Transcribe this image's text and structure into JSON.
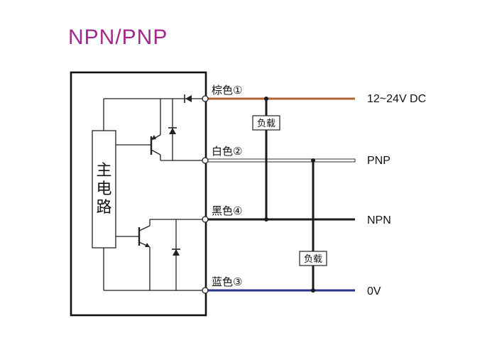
{
  "title": "NPN/PNP",
  "colors": {
    "title": "#a02a8c",
    "brown": "#b0622f",
    "white": "#ffffff",
    "black": "#1a1a1a",
    "blue": "#27318b"
  },
  "main_circuit": [
    "主",
    "电",
    "路"
  ],
  "wires": [
    {
      "label": "棕色①",
      "output": "12~24V DC"
    },
    {
      "label": "白色②",
      "output": "PNP"
    },
    {
      "label": "黑色④",
      "output": "NPN"
    },
    {
      "label": "蓝色③",
      "output": "0V"
    }
  ],
  "loads": [
    "负载",
    "负载"
  ]
}
